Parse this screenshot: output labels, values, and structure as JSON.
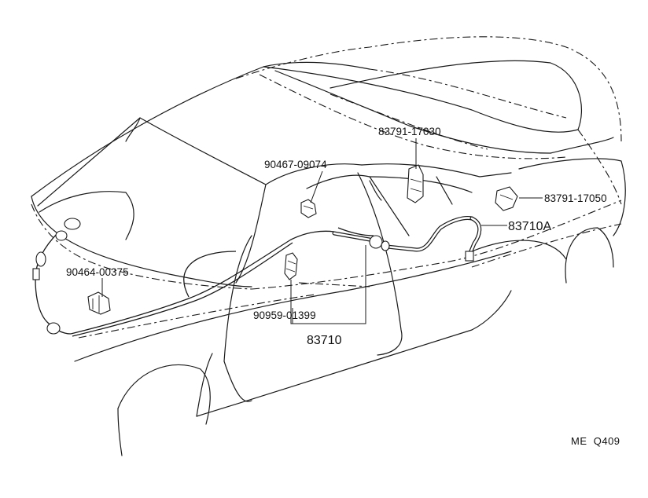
{
  "diagram": {
    "parts": {
      "bracket_upper_rear": "83791-17030",
      "clip_roof": "90467-09074",
      "bracket_rear": "83791-17050",
      "cable_rear": "83710A",
      "clamp_front": "90464-00375",
      "clamp_mid": "90959-01399",
      "cable_main": "83710"
    },
    "reference_code": "ME  Q409"
  }
}
